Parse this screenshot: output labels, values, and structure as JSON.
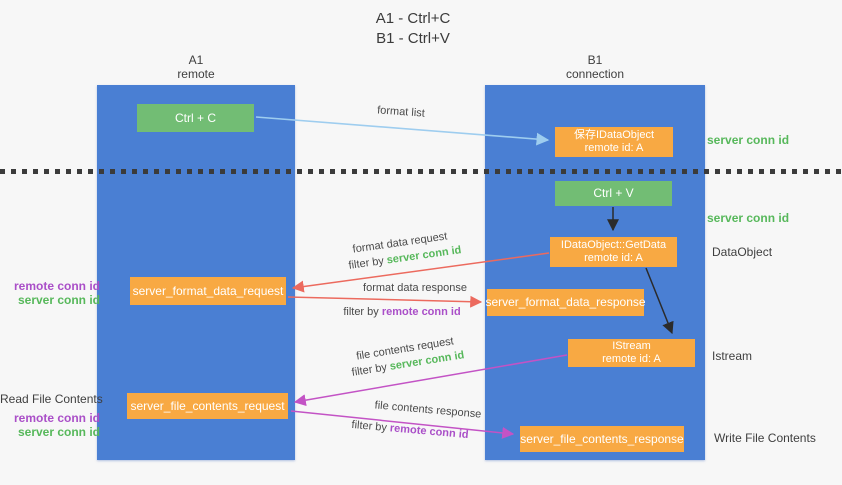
{
  "title": {
    "line1": "A1 - Ctrl+C",
    "line2": "B1 - Ctrl+V"
  },
  "columns": {
    "a": {
      "id": "A1",
      "role": "remote"
    },
    "b": {
      "id": "B1",
      "role": "connection"
    }
  },
  "nodes": {
    "ctrl_c": {
      "label": "Ctrl + C"
    },
    "ctrl_v": {
      "label": "Ctrl + V"
    },
    "save_idataobject": {
      "line1": "保存IDataObject",
      "line2": "remote id: A"
    },
    "getdata": {
      "line1": "IDataObject::GetData",
      "line2": "remote id: A"
    },
    "istream": {
      "line1": "IStream",
      "line2": "remote id: A"
    },
    "server_format_data_request": {
      "label": "server_format_data_request"
    },
    "server_format_data_response": {
      "label": "server_format_data_response"
    },
    "server_file_contents_request": {
      "label": "server_file_contents_request"
    },
    "server_file_contents_response": {
      "label": "server_file_contents_response"
    }
  },
  "arrow_labels": {
    "format_list": "format list",
    "format_data_request": "format data request",
    "format_data_response": "format data response",
    "file_contents_request": "file contents request",
    "file_contents_response": "file contents response",
    "filter_by": "filter by ",
    "server_conn_id": "server conn id",
    "remote_conn_id": "remote conn id"
  },
  "side_labels": {
    "server_conn_id_top": "server conn id",
    "server_conn_id_mid": "server conn id",
    "dataobject": "DataObject",
    "istream": "Istream",
    "write_file_contents": "Write File Contents",
    "read_file_contents": "Read File Contents",
    "remote_conn_id_1": "remote conn id",
    "server_conn_id_1": "server conn id",
    "remote_conn_id_2": "remote conn id",
    "server_conn_id_2": "server conn id"
  },
  "colors": {
    "column_blue": "#4a7fd3",
    "node_orange": "#f8a943",
    "button_green": "#72bd74",
    "arrow_light_blue": "#9ecdef",
    "arrow_red": "#ec6a5e",
    "arrow_magenta": "#c353c5",
    "arrow_black": "#2b2b2b",
    "label_green": "#57b85b",
    "label_purple": "#aa4fc8",
    "text_dark": "#3f3f3f",
    "background": "#f7f7f7"
  }
}
